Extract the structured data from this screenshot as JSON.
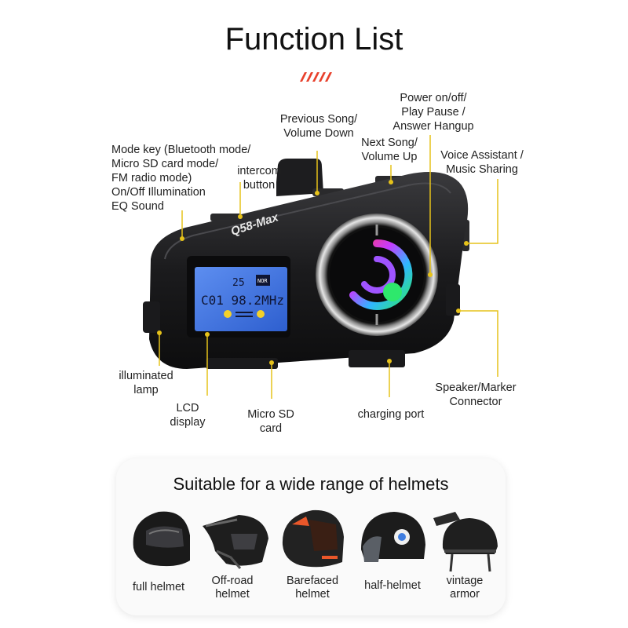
{
  "title": "Function List",
  "device": {
    "model": "Q58-Max",
    "lcd": {
      "top_row": "25",
      "badge": "NOR",
      "main": "C01 98.2MHz"
    }
  },
  "labels": {
    "mode_key": "Mode key (Bluetooth mode/\nMicro SD card mode/\nFM radio mode)\nOn/Off Illumination\nEQ Sound",
    "intercom": "intercom\nbutton",
    "previous_song": "Previous Song/\nVolume Down",
    "next_song": "Next Song/\nVolume Up",
    "power": "Power on/off/\nPlay Pause /\nAnswer Hangup",
    "voice_assistant": "Voice Assistant /\nMusic Sharing",
    "illuminated_lamp": "illuminated\nlamp",
    "lcd_display": "LCD\ndisplay",
    "micro_sd": "Micro SD\ncard",
    "charging_port": "charging port",
    "speaker_connector": "Speaker/Marker\nConnector"
  },
  "helmets": {
    "title": "Suitable for a wide range of helmets",
    "items": [
      {
        "label": "full helmet",
        "icon": "full-helmet-icon"
      },
      {
        "label": "Off-road\nhelmet",
        "icon": "offroad-helmet-icon"
      },
      {
        "label": "Barefaced\nhelmet",
        "icon": "barefaced-helmet-icon"
      },
      {
        "label": "half-helmet",
        "icon": "half-helmet-icon"
      },
      {
        "label": "vintage\narmor",
        "icon": "vintage-helmet-icon"
      }
    ]
  },
  "colors": {
    "accent": "#e8412c",
    "leader_line": "#e6c21a",
    "device_body": "#1c1c1e",
    "lcd": "#3c6fd8"
  }
}
